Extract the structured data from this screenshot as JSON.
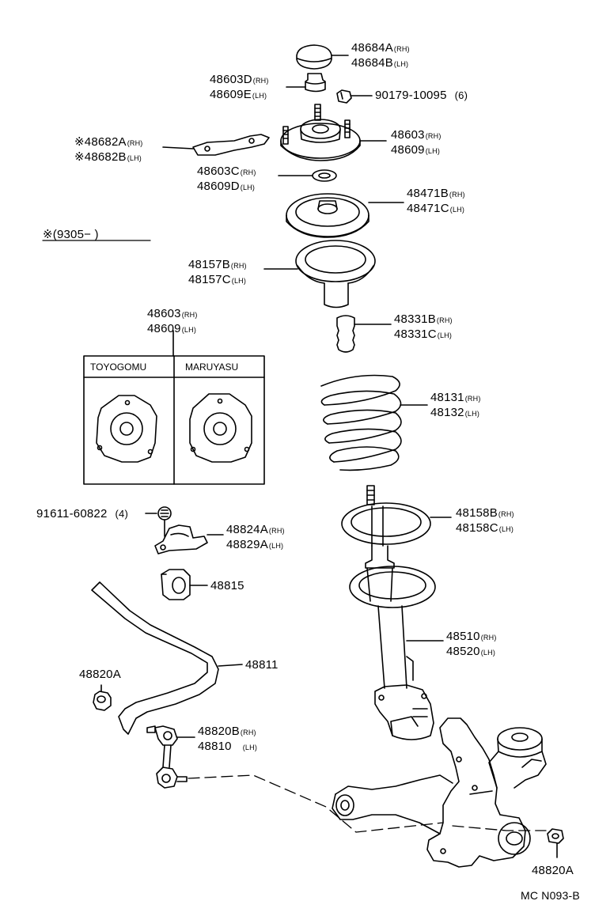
{
  "diagram": {
    "code": "MC N093-B",
    "note": {
      "mark": "※",
      "text": "(9305−        )"
    },
    "mount_box": {
      "part_rh": "48603",
      "suffix_rh": "(RH)",
      "part_lh": "48609",
      "suffix_lh": "(LH)",
      "col1": "TOYOGOMU",
      "col2": "MARUYASU"
    },
    "parts": {
      "cap": {
        "a": "48684A",
        "as": "(RH)",
        "b": "48684B",
        "bs": "(LH)"
      },
      "bump": {
        "a": "48603D",
        "as": "(RH)",
        "b": "48609E",
        "bs": "(LH)"
      },
      "nut": {
        "a": "90179-10095",
        "q": "(6)"
      },
      "support": {
        "a": "48603",
        "as": "(RH)",
        "b": "48609",
        "bs": "(LH)"
      },
      "plate": {
        "m": "※",
        "a": "48682A",
        "as": "(RH)",
        "b": "48682B",
        "bs": "(LH)"
      },
      "washer": {
        "a": "48603C",
        "as": "(RH)",
        "b": "48609D",
        "bs": "(LH)"
      },
      "seat": {
        "a": "48471B",
        "as": "(RH)",
        "b": "48471C",
        "bs": "(LH)"
      },
      "insulator": {
        "a": "48157B",
        "as": "(RH)",
        "b": "48157C",
        "bs": "(LH)"
      },
      "bumper": {
        "a": "48331B",
        "as": "(RH)",
        "b": "48331C",
        "bs": "(LH)"
      },
      "spring": {
        "a": "48131",
        "as": "(RH)",
        "b": "48132",
        "bs": "(LH)"
      },
      "lowerseat": {
        "a": "48158B",
        "as": "(RH)",
        "b": "48158C",
        "bs": "(LH)"
      },
      "bolt": {
        "a": "91611-60822",
        "q": "(4)"
      },
      "bracket": {
        "a": "48824A",
        "as": "(RH)",
        "b": "48829A",
        "bs": "(LH)"
      },
      "bushing": {
        "a": "48815"
      },
      "strut": {
        "a": "48510",
        "as": "(RH)",
        "b": "48520",
        "bs": "(LH)"
      },
      "bar": {
        "a": "48811"
      },
      "cushion": {
        "a": "48820A"
      },
      "link": {
        "a": "48820B",
        "as": "(RH)",
        "b": "48810",
        "bs": "(LH)"
      },
      "nut2": {
        "a": "48820A"
      }
    }
  }
}
